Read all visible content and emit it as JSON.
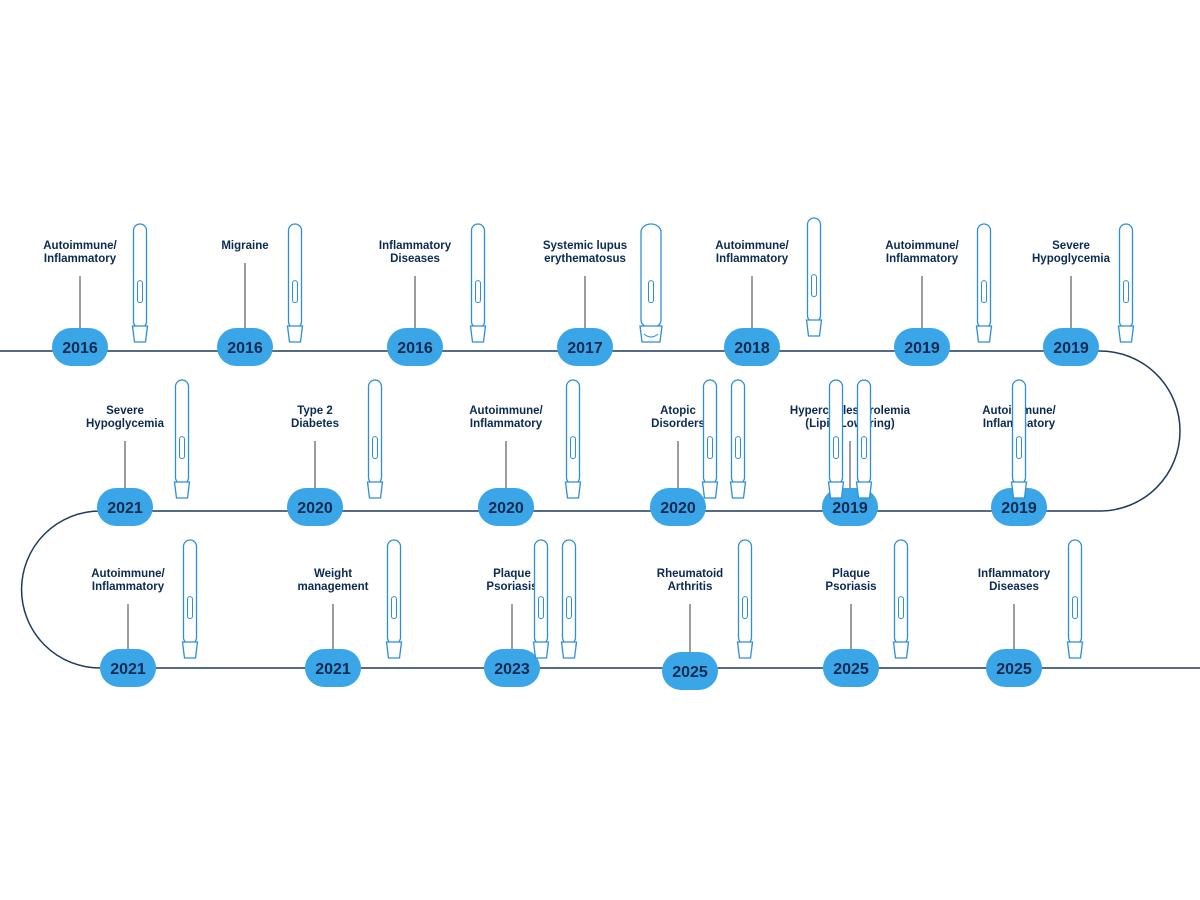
{
  "colors": {
    "background": "#ffffff",
    "path_line": "#1f3a5f",
    "year_pill": "#3aa6e8",
    "year_text": "#0a2a52",
    "label_text": "#0a2a52",
    "connector": "#3a3a3a",
    "device_outline": "#2f8fd6"
  },
  "rows": [
    {
      "direction": "left-to-right",
      "milestones": [
        {
          "year": "2016",
          "indication": [
            "Autoimmune/",
            "Inflammatory"
          ],
          "devices": [
            "autoinjector-pen-icon"
          ]
        },
        {
          "year": "2016",
          "indication": [
            "Migraine"
          ],
          "devices": [
            "autoinjector-pen-icon"
          ]
        },
        {
          "year": "2016",
          "indication": [
            "Inflammatory",
            "Diseases"
          ],
          "devices": [
            "autoinjector-pen-icon"
          ]
        },
        {
          "year": "2017",
          "indication": [
            "Systemic lupus",
            "erythematosus"
          ],
          "devices": [
            "wide-autoinjector-icon"
          ]
        },
        {
          "year": "2018",
          "indication": [
            "Autoimmune/",
            "Inflammatory"
          ],
          "devices": [
            "autoinjector-pen-icon"
          ]
        },
        {
          "year": "2019",
          "indication": [
            "Autoimmune/",
            "Inflammatory"
          ],
          "devices": [
            "autoinjector-pen-icon"
          ]
        },
        {
          "year": "2019",
          "indication": [
            "Severe",
            "Hypoglycemia"
          ],
          "devices": [
            "autoinjector-pen-icon"
          ]
        }
      ]
    },
    {
      "direction": "right-to-left",
      "milestones": [
        {
          "year": "2021",
          "indication": [
            "Severe",
            "Hypoglycemia"
          ],
          "devices": [
            "autoinjector-pen-icon"
          ]
        },
        {
          "year": "2020",
          "indication": [
            "Type 2",
            "Diabetes"
          ],
          "devices": [
            "autoinjector-pen-icon"
          ]
        },
        {
          "year": "2020",
          "indication": [
            "Autoimmune/",
            "Inflammatory"
          ],
          "devices": [
            "autoinjector-pen-icon"
          ]
        },
        {
          "year": "2020",
          "indication": [
            "Atopic",
            "Disorders"
          ],
          "devices": [
            "autoinjector-pen-icon",
            "autoinjector-pen-icon"
          ]
        },
        {
          "year": "2019",
          "indication": [
            "Hypercholesterolemia",
            "(Lipid Lowering)"
          ],
          "devices": [
            "autoinjector-pen-icon",
            "autoinjector-pen-icon"
          ]
        },
        {
          "year": "2019",
          "indication": [
            "Autoimmune/",
            "Inflammatory"
          ],
          "devices": [
            "autoinjector-pen-icon"
          ]
        }
      ]
    },
    {
      "direction": "left-to-right",
      "milestones": [
        {
          "year": "2021",
          "indication": [
            "Autoimmune/",
            "Inflammatory"
          ],
          "devices": [
            "autoinjector-pen-icon"
          ]
        },
        {
          "year": "2021",
          "indication": [
            "Weight",
            "management"
          ],
          "devices": [
            "autoinjector-pen-icon"
          ]
        },
        {
          "year": "2023",
          "indication": [
            "Plaque",
            "Psoriasis"
          ],
          "devices": [
            "autoinjector-pen-icon",
            "autoinjector-pen-icon"
          ]
        },
        {
          "year": "2025",
          "indication": [
            "Rheumatoid",
            "Arthritis"
          ],
          "devices": [
            "autoinjector-pen-icon"
          ]
        },
        {
          "year": "2025",
          "indication": [
            "Plaque",
            "Psoriasis"
          ],
          "devices": [
            "autoinjector-pen-icon"
          ]
        },
        {
          "year": "2025",
          "indication": [
            "Inflammatory",
            "Diseases"
          ],
          "devices": [
            "autoinjector-pen-icon"
          ]
        }
      ]
    }
  ]
}
